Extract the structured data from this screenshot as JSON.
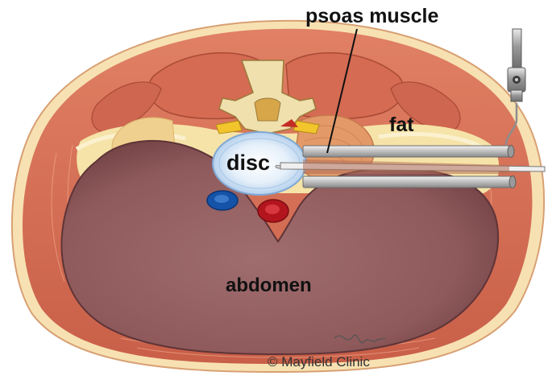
{
  "labels": {
    "psoas": "psoas muscle",
    "fat": "fat",
    "disc": "disc",
    "abdomen": "abdomen"
  },
  "credit": "© Mayfield Clinic",
  "signature": "Hines",
  "colors": {
    "muscle": "#d9715a",
    "muscle_dark": "#b9553f",
    "fat": "#f6e3a8",
    "fascia": "#fbf1cf",
    "abdomen": "#8f5a5c",
    "abdomen_edge": "#6e3f42",
    "disc_outer": "#b8d5ef",
    "disc_inner": "#f2f7fc",
    "bone": "#e8d49a",
    "vein": "#1553a8",
    "artery": "#b3151e",
    "instrument": "#b7b7b7"
  }
}
